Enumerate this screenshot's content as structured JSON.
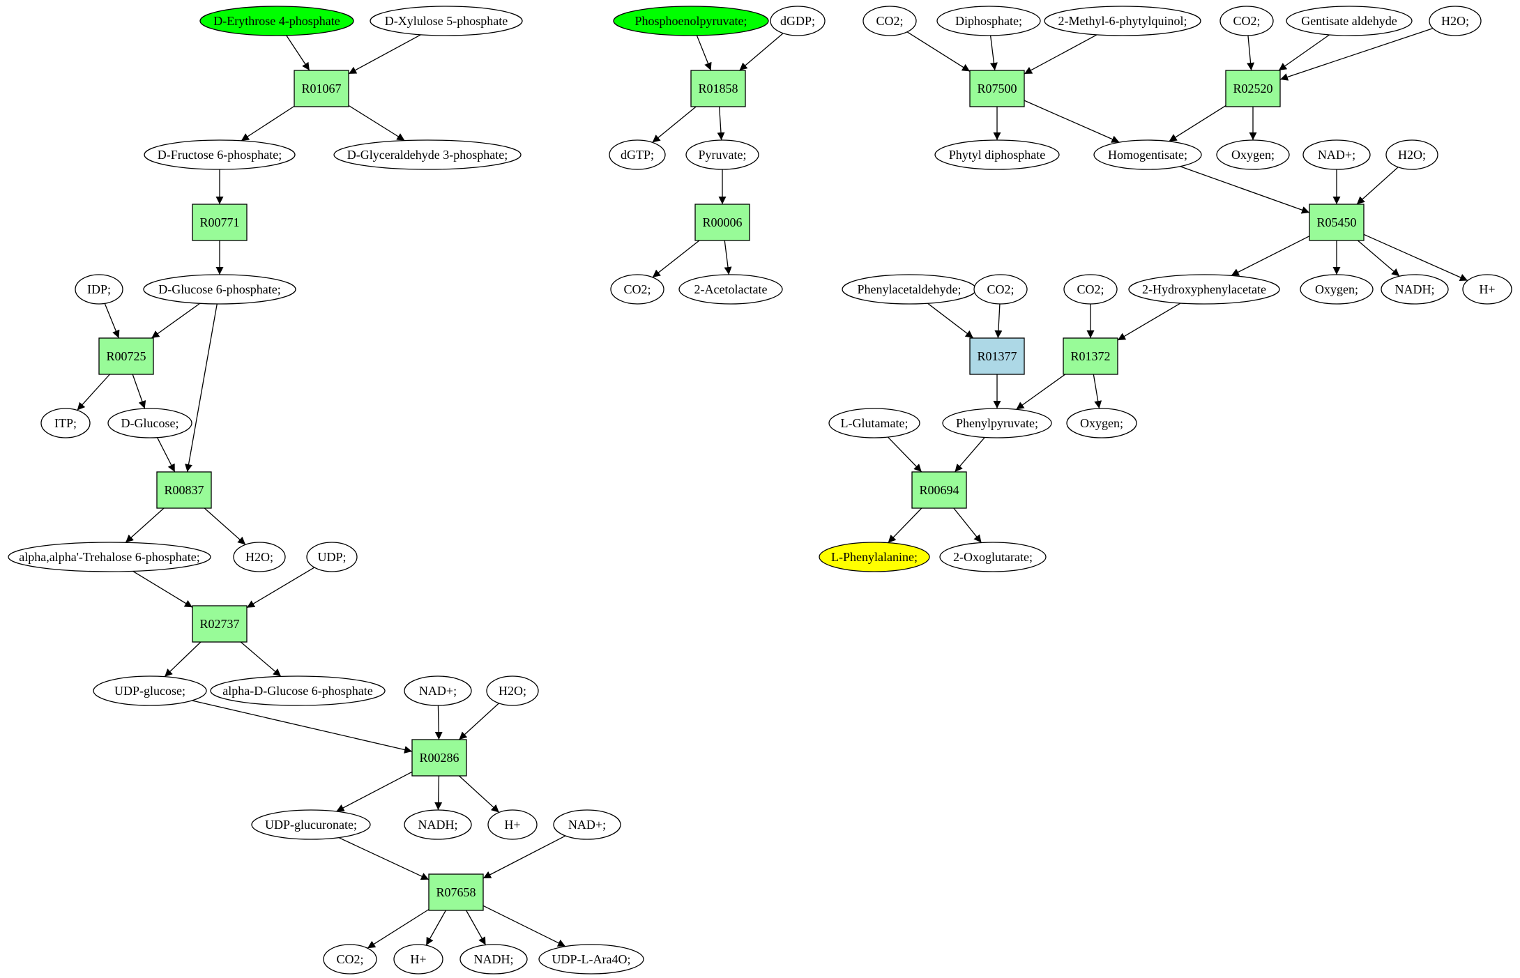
{
  "colors": {
    "reaction": "#98fb98",
    "reaction_highlight": "#add8e6",
    "start_compound": "#00ff00",
    "target_compound": "#ffff00",
    "compound": "#ffffff",
    "stroke": "#000000"
  },
  "nodes": [
    {
      "id": "c_e4p",
      "label": "D-Erythrose 4-phosphate",
      "kind": "compound",
      "style": "start"
    },
    {
      "id": "c_x5p",
      "label": "D-Xylulose 5-phosphate",
      "kind": "compound"
    },
    {
      "id": "r01067",
      "label": "R01067",
      "kind": "reaction"
    },
    {
      "id": "c_f6p",
      "label": "D-Fructose 6-phosphate;",
      "kind": "compound"
    },
    {
      "id": "c_g3p",
      "label": "D-Glyceraldehyde 3-phosphate;",
      "kind": "compound"
    },
    {
      "id": "r00771",
      "label": "R00771",
      "kind": "reaction"
    },
    {
      "id": "c_idp",
      "label": "IDP;",
      "kind": "compound"
    },
    {
      "id": "c_g6p",
      "label": "D-Glucose 6-phosphate;",
      "kind": "compound"
    },
    {
      "id": "r00725",
      "label": "R00725",
      "kind": "reaction"
    },
    {
      "id": "c_itp",
      "label": "ITP;",
      "kind": "compound"
    },
    {
      "id": "c_glc",
      "label": "D-Glucose;",
      "kind": "compound"
    },
    {
      "id": "r00837",
      "label": "R00837",
      "kind": "reaction"
    },
    {
      "id": "c_t6p",
      "label": "alpha,alpha'-Trehalose 6-phosphate;",
      "kind": "compound"
    },
    {
      "id": "c_h2o_a",
      "label": "H2O;",
      "kind": "compound"
    },
    {
      "id": "c_udp",
      "label": "UDP;",
      "kind": "compound"
    },
    {
      "id": "r02737",
      "label": "R02737",
      "kind": "reaction"
    },
    {
      "id": "c_udpglc",
      "label": "UDP-glucose;",
      "kind": "compound"
    },
    {
      "id": "c_ag6p",
      "label": "alpha-D-Glucose 6-phosphate",
      "kind": "compound"
    },
    {
      "id": "c_nad_a",
      "label": "NAD+;",
      "kind": "compound"
    },
    {
      "id": "c_h2o_b",
      "label": "H2O;",
      "kind": "compound"
    },
    {
      "id": "r00286",
      "label": "R00286",
      "kind": "reaction"
    },
    {
      "id": "c_udpgluc",
      "label": "UDP-glucuronate;",
      "kind": "compound"
    },
    {
      "id": "c_nadh_a",
      "label": "NADH;",
      "kind": "compound"
    },
    {
      "id": "c_h_a",
      "label": "H+",
      "kind": "compound"
    },
    {
      "id": "c_nad_b",
      "label": "NAD+;",
      "kind": "compound"
    },
    {
      "id": "r07658",
      "label": "R07658",
      "kind": "reaction"
    },
    {
      "id": "c_co2_a",
      "label": "CO2;",
      "kind": "compound"
    },
    {
      "id": "c_h_b",
      "label": "H+",
      "kind": "compound"
    },
    {
      "id": "c_nadh_b",
      "label": "NADH;",
      "kind": "compound"
    },
    {
      "id": "c_ara4o",
      "label": "UDP-L-Ara4O;",
      "kind": "compound"
    },
    {
      "id": "c_pep",
      "label": "Phosphoenolpyruvate;",
      "kind": "compound",
      "style": "start"
    },
    {
      "id": "c_dgdp",
      "label": "dGDP;",
      "kind": "compound"
    },
    {
      "id": "r01858",
      "label": "R01858",
      "kind": "reaction"
    },
    {
      "id": "c_dgtp",
      "label": "dGTP;",
      "kind": "compound"
    },
    {
      "id": "c_pyr",
      "label": "Pyruvate;",
      "kind": "compound"
    },
    {
      "id": "r00006",
      "label": "R00006",
      "kind": "reaction"
    },
    {
      "id": "c_co2_b",
      "label": "CO2;",
      "kind": "compound"
    },
    {
      "id": "c_acl",
      "label": "2-Acetolactate",
      "kind": "compound"
    },
    {
      "id": "c_co2_c",
      "label": "CO2;",
      "kind": "compound"
    },
    {
      "id": "c_ppi",
      "label": "Diphosphate;",
      "kind": "compound"
    },
    {
      "id": "c_mpq",
      "label": "2-Methyl-6-phytylquinol;",
      "kind": "compound"
    },
    {
      "id": "r07500",
      "label": "R07500",
      "kind": "reaction"
    },
    {
      "id": "c_phpp",
      "label": "Phytyl diphosphate",
      "kind": "compound"
    },
    {
      "id": "c_hgt",
      "label": "Homogentisate;",
      "kind": "compound"
    },
    {
      "id": "c_co2_d",
      "label": "CO2;",
      "kind": "compound"
    },
    {
      "id": "c_gald",
      "label": "Gentisate aldehyde",
      "kind": "compound"
    },
    {
      "id": "c_h2o_c",
      "label": "H2O;",
      "kind": "compound"
    },
    {
      "id": "r02520",
      "label": "R02520",
      "kind": "reaction"
    },
    {
      "id": "c_o2_a",
      "label": "Oxygen;",
      "kind": "compound"
    },
    {
      "id": "c_nad_c",
      "label": "NAD+;",
      "kind": "compound"
    },
    {
      "id": "c_h2o_d",
      "label": "H2O;",
      "kind": "compound"
    },
    {
      "id": "r05450",
      "label": "R05450",
      "kind": "reaction"
    },
    {
      "id": "c_hpa",
      "label": "2-Hydroxyphenylacetate",
      "kind": "compound"
    },
    {
      "id": "c_o2_b",
      "label": "Oxygen;",
      "kind": "compound"
    },
    {
      "id": "c_nadh_c",
      "label": "NADH;",
      "kind": "compound"
    },
    {
      "id": "c_h_c",
      "label": "H+",
      "kind": "compound"
    },
    {
      "id": "c_pad",
      "label": "Phenylacetaldehyde;",
      "kind": "compound"
    },
    {
      "id": "c_co2_e",
      "label": "CO2;",
      "kind": "compound"
    },
    {
      "id": "c_co2_f",
      "label": "CO2;",
      "kind": "compound"
    },
    {
      "id": "r01377",
      "label": "R01377",
      "kind": "reaction",
      "style": "highlight"
    },
    {
      "id": "r01372",
      "label": "R01372",
      "kind": "reaction"
    },
    {
      "id": "c_glu",
      "label": "L-Glutamate;",
      "kind": "compound"
    },
    {
      "id": "c_ppy",
      "label": "Phenylpyruvate;",
      "kind": "compound"
    },
    {
      "id": "c_o2_c",
      "label": "Oxygen;",
      "kind": "compound"
    },
    {
      "id": "r00694",
      "label": "R00694",
      "kind": "reaction"
    },
    {
      "id": "c_phe",
      "label": "L-Phenylalanine;",
      "kind": "compound",
      "style": "target"
    },
    {
      "id": "c_oxg",
      "label": "2-Oxoglutarate;",
      "kind": "compound"
    }
  ],
  "edges": [
    [
      "c_e4p",
      "r01067"
    ],
    [
      "c_x5p",
      "r01067"
    ],
    [
      "r01067",
      "c_f6p"
    ],
    [
      "r01067",
      "c_g3p"
    ],
    [
      "c_f6p",
      "r00771"
    ],
    [
      "r00771",
      "c_g6p"
    ],
    [
      "c_idp",
      "r00725"
    ],
    [
      "c_g6p",
      "r00725"
    ],
    [
      "r00725",
      "c_itp"
    ],
    [
      "r00725",
      "c_glc"
    ],
    [
      "c_glc",
      "r00837"
    ],
    [
      "c_g6p",
      "r00837"
    ],
    [
      "r00837",
      "c_t6p"
    ],
    [
      "r00837",
      "c_h2o_a"
    ],
    [
      "c_t6p",
      "r02737"
    ],
    [
      "c_udp",
      "r02737"
    ],
    [
      "r02737",
      "c_udpglc"
    ],
    [
      "r02737",
      "c_ag6p"
    ],
    [
      "c_udpglc",
      "r00286"
    ],
    [
      "c_nad_a",
      "r00286"
    ],
    [
      "c_h2o_b",
      "r00286"
    ],
    [
      "r00286",
      "c_udpgluc"
    ],
    [
      "r00286",
      "c_nadh_a"
    ],
    [
      "r00286",
      "c_h_a"
    ],
    [
      "c_udpgluc",
      "r07658"
    ],
    [
      "c_nad_b",
      "r07658"
    ],
    [
      "r07658",
      "c_co2_a"
    ],
    [
      "r07658",
      "c_h_b"
    ],
    [
      "r07658",
      "c_nadh_b"
    ],
    [
      "r07658",
      "c_ara4o"
    ],
    [
      "c_pep",
      "r01858"
    ],
    [
      "c_dgdp",
      "r01858"
    ],
    [
      "r01858",
      "c_dgtp"
    ],
    [
      "r01858",
      "c_pyr"
    ],
    [
      "c_pyr",
      "r00006"
    ],
    [
      "r00006",
      "c_co2_b"
    ],
    [
      "r00006",
      "c_acl"
    ],
    [
      "c_co2_c",
      "r07500"
    ],
    [
      "c_ppi",
      "r07500"
    ],
    [
      "c_mpq",
      "r07500"
    ],
    [
      "r07500",
      "c_phpp"
    ],
    [
      "r07500",
      "c_hgt"
    ],
    [
      "c_co2_d",
      "r02520"
    ],
    [
      "c_gald",
      "r02520"
    ],
    [
      "c_h2o_c",
      "r02520"
    ],
    [
      "r02520",
      "c_hgt"
    ],
    [
      "r02520",
      "c_o2_a"
    ],
    [
      "c_hgt",
      "r05450"
    ],
    [
      "c_nad_c",
      "r05450"
    ],
    [
      "c_h2o_d",
      "r05450"
    ],
    [
      "r05450",
      "c_hpa"
    ],
    [
      "r05450",
      "c_o2_b"
    ],
    [
      "r05450",
      "c_nadh_c"
    ],
    [
      "r05450",
      "c_h_c"
    ],
    [
      "c_pad",
      "r01377"
    ],
    [
      "c_co2_e",
      "r01377"
    ],
    [
      "r01377",
      "c_ppy"
    ],
    [
      "c_co2_f",
      "r01372"
    ],
    [
      "c_hpa",
      "r01372"
    ],
    [
      "r01372",
      "c_ppy"
    ],
    [
      "r01372",
      "c_o2_c"
    ],
    [
      "c_glu",
      "r00694"
    ],
    [
      "c_ppy",
      "r00694"
    ],
    [
      "r00694",
      "c_phe"
    ],
    [
      "r00694",
      "c_oxg"
    ]
  ]
}
